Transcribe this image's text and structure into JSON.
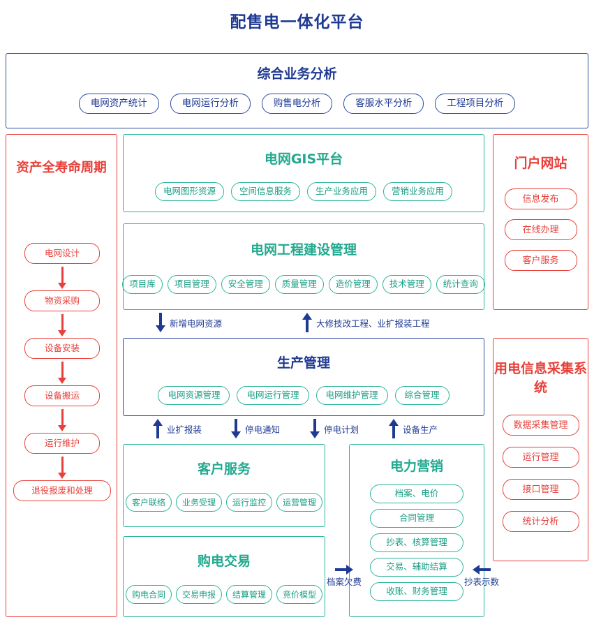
{
  "title": "配售电一体化平台",
  "colors": {
    "blue": "#1f3a93",
    "green": "#22a98f",
    "red": "#e8403a"
  },
  "top_panel": {
    "title": "综合业务分析",
    "items": [
      "电网资产统计",
      "电网运行分析",
      "购售电分析",
      "客服水平分析",
      "工程项目分析"
    ]
  },
  "asset_lifecycle": {
    "title": "资产全寿命周期",
    "steps": [
      "电网设计",
      "物资采购",
      "设备安装",
      "设备搬运",
      "运行维护",
      "退役报废和处理"
    ]
  },
  "gis": {
    "title": "电网GIS平台",
    "items": [
      "电网图形资源",
      "空间信息服务",
      "生产业务应用",
      "营销业务应用"
    ]
  },
  "engineering": {
    "title": "电网工程建设管理",
    "items": [
      "项目库",
      "项目管理",
      "安全管理",
      "质量管理",
      "造价管理",
      "技术管理",
      "统计查询"
    ]
  },
  "production": {
    "title": "生产管理",
    "items": [
      "电网资源管理",
      "电网运行管理",
      "电网维护管理",
      "综合管理"
    ]
  },
  "customer_service": {
    "title": "客户服务",
    "items": [
      "客户联络",
      "业务受理",
      "运行监控",
      "运营管理"
    ]
  },
  "power_purchase": {
    "title": "购电交易",
    "items": [
      "购电合同",
      "交易申报",
      "结算管理",
      "竞价模型"
    ]
  },
  "marketing": {
    "title": "电力营销",
    "items": [
      "档案、电价",
      "合同管理",
      "抄表、核算管理",
      "交易、辅助结算",
      "收账、财务管理"
    ]
  },
  "portal": {
    "title": "门户网站",
    "items": [
      "信息发布",
      "在线办理",
      "客户服务"
    ]
  },
  "collection": {
    "title": "用电信息采集系统",
    "items": [
      "数据采集管理",
      "运行管理",
      "接口管理",
      "统计分析"
    ]
  },
  "connectors": {
    "eng_to_prod_down": "新增电网资源",
    "prod_to_eng_up": "大修技改工程、业扩报装工程",
    "cs_to_prod_up": "业扩报装",
    "prod_to_cs_down": "停电通知",
    "prod_to_mk_down": "停电计划",
    "mk_to_prod_up": "设备生产",
    "pp_to_mk_right": "档案欠费",
    "coll_to_mk_left": "抄表示数"
  }
}
